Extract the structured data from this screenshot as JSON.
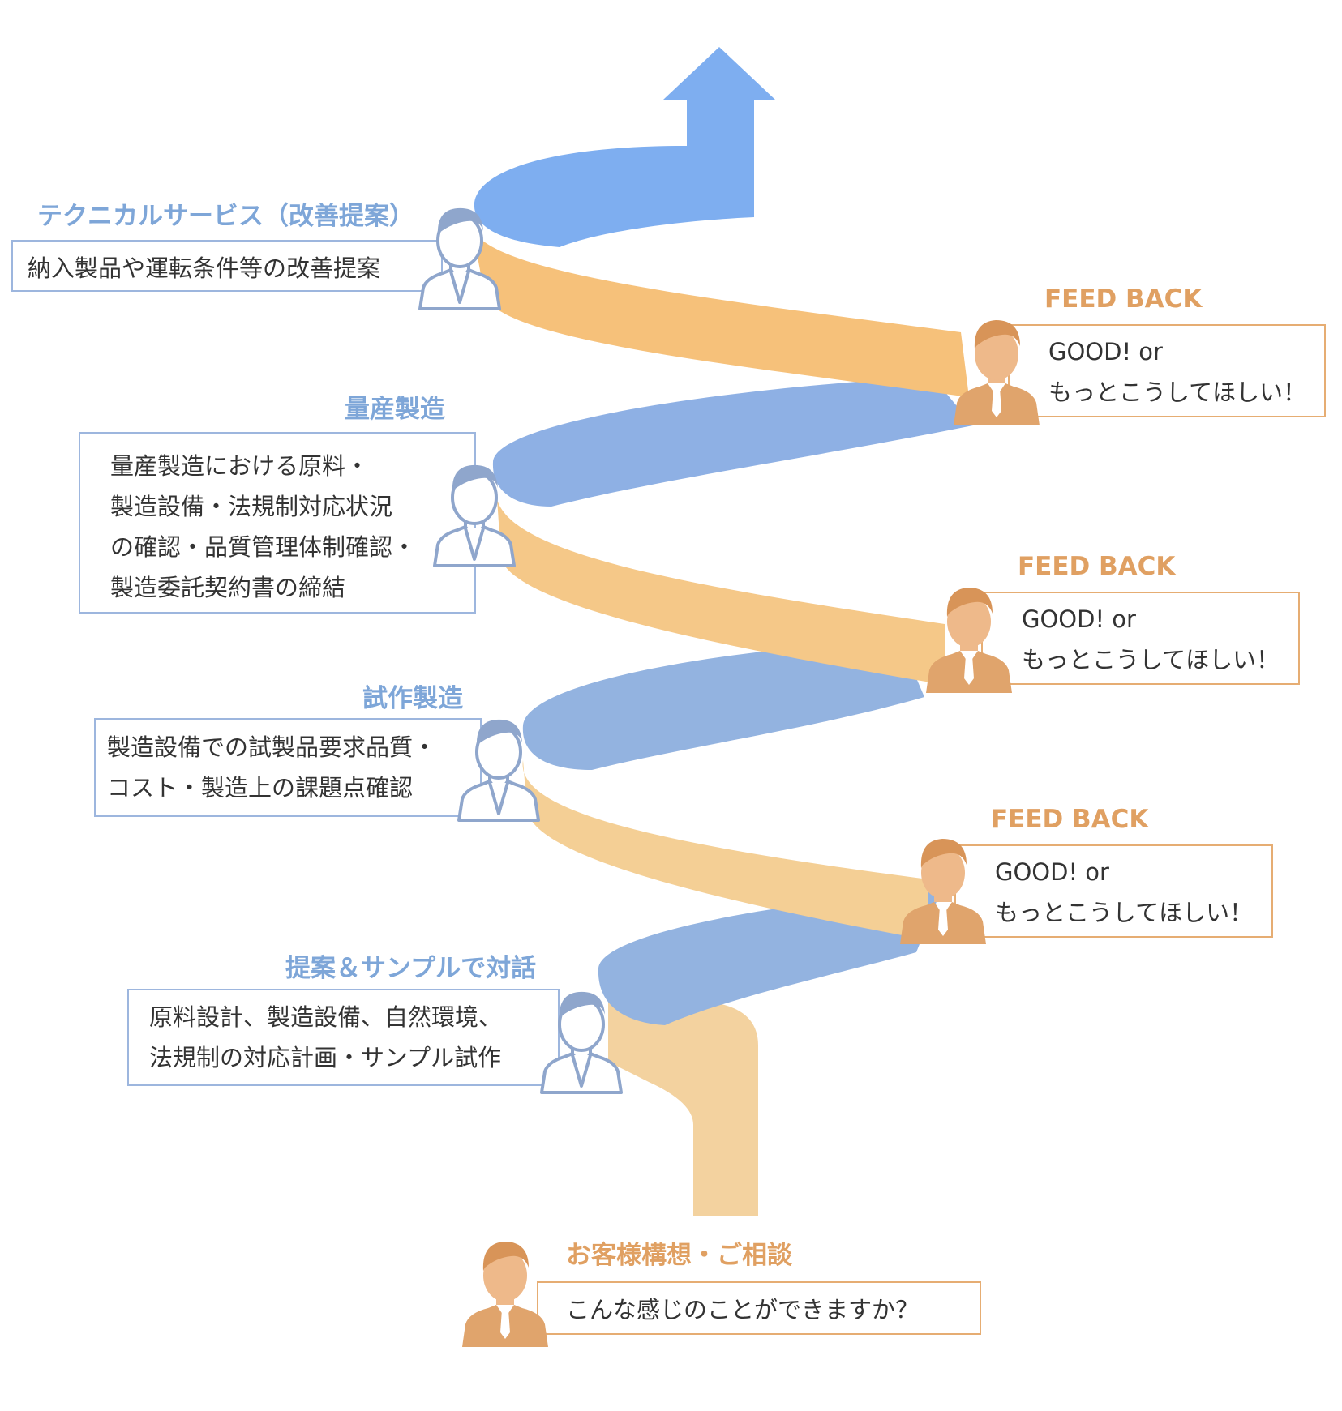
{
  "colors": {
    "blue_band": "#8eaee0",
    "orange_band": "#f6c27c",
    "arrow": "#7eaef0",
    "staff_icon": "#8fa6cc",
    "customer_icon": "#e0a46c",
    "blue_text": "#7ea6d8",
    "orange_text": "#e0a062"
  },
  "icons": {
    "staff": "businessman-outline-icon",
    "customer": "customer-person-icon",
    "arrow": "up-arrow"
  },
  "steps": [
    {
      "title": "テクニカルサービス（改善提案）",
      "lines": [
        "納入製品や運転条件等の改善提案"
      ]
    },
    {
      "title": "量産製造",
      "lines": [
        "量産製造における原料・",
        "製造設備・法規制対応状況",
        "の確認・品質管理体制確認・",
        "製造委託契約書の締結"
      ]
    },
    {
      "title": "試作製造",
      "lines": [
        "製造設備での試製品要求品質・",
        "コスト・製造上の課題点確認"
      ]
    },
    {
      "title": "提案＆サンプルで対話",
      "lines": [
        "原料設計、製造設備、自然環境、",
        "法規制の対応計画・サンプル試作"
      ]
    }
  ],
  "feedback": [
    {
      "title": "FEED BACK",
      "lines": [
        "GOOD! or",
        "もっとこうしてほしい！"
      ]
    },
    {
      "title": "FEED BACK",
      "lines": [
        "GOOD! or",
        "もっとこうしてほしい！"
      ]
    },
    {
      "title": "FEED BACK",
      "lines": [
        "GOOD! or",
        "もっとこうしてほしい！"
      ]
    }
  ],
  "customer": {
    "title": "お客様構想・ご相談",
    "text": "こんな感じのことができますか？"
  }
}
